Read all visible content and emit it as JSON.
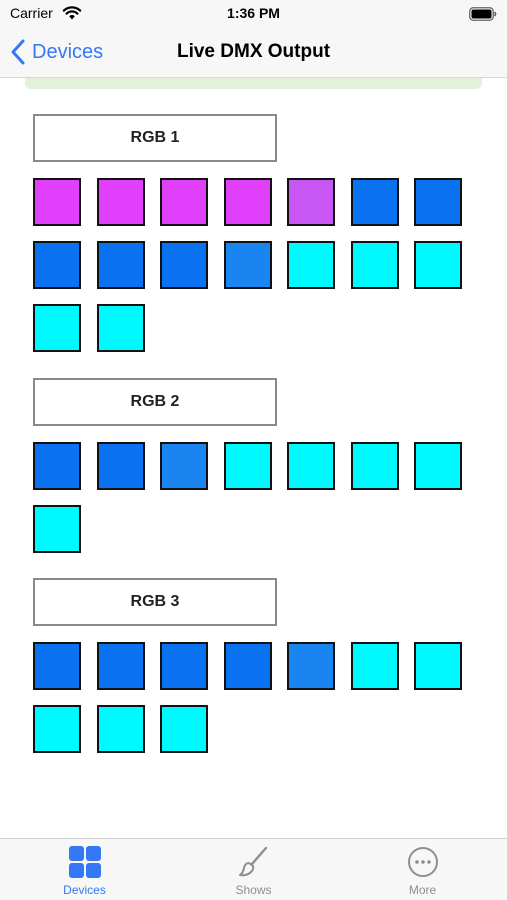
{
  "status_bar": {
    "carrier": "Carrier",
    "time": "1:36 PM"
  },
  "nav": {
    "back_label": "Devices",
    "title": "Live DMX Output"
  },
  "colors": {
    "accent": "#3478f6",
    "magenta": "#e040fb",
    "purple": "#c856f5",
    "blue": "#0a72f0",
    "mid_blue": "#1a85f0",
    "cyan": "#00f8ff"
  },
  "devices": [
    {
      "label": "RGB 1",
      "channels": [
        "#e040fb",
        "#e040fb",
        "#e040fb",
        "#e040fb",
        "#c856f5",
        "#0a72f0",
        "#0a72f0",
        "#0a72f0",
        "#0a72f0",
        "#0a72f0",
        "#1a85f0",
        "#00f8ff",
        "#00f8ff",
        "#00f8ff",
        "#00f8ff",
        "#00f8ff"
      ]
    },
    {
      "label": "RGB 2",
      "channels": [
        "#0a72f0",
        "#0a72f0",
        "#1a85f0",
        "#00f8ff",
        "#00f8ff",
        "#00f8ff",
        "#00f8ff",
        "#00f8ff"
      ]
    },
    {
      "label": "RGB 3",
      "channels": [
        "#0a72f0",
        "#0a72f0",
        "#0a72f0",
        "#0a72f0",
        "#1a85f0",
        "#00f8ff",
        "#00f8ff",
        "#00f8ff",
        "#00f8ff",
        "#00f8ff"
      ]
    }
  ],
  "tabs": [
    {
      "label": "Devices",
      "icon": "grid-icon",
      "active": true
    },
    {
      "label": "Shows",
      "icon": "paintbrush-icon",
      "active": false
    },
    {
      "label": "More",
      "icon": "more-icon",
      "active": false
    }
  ]
}
